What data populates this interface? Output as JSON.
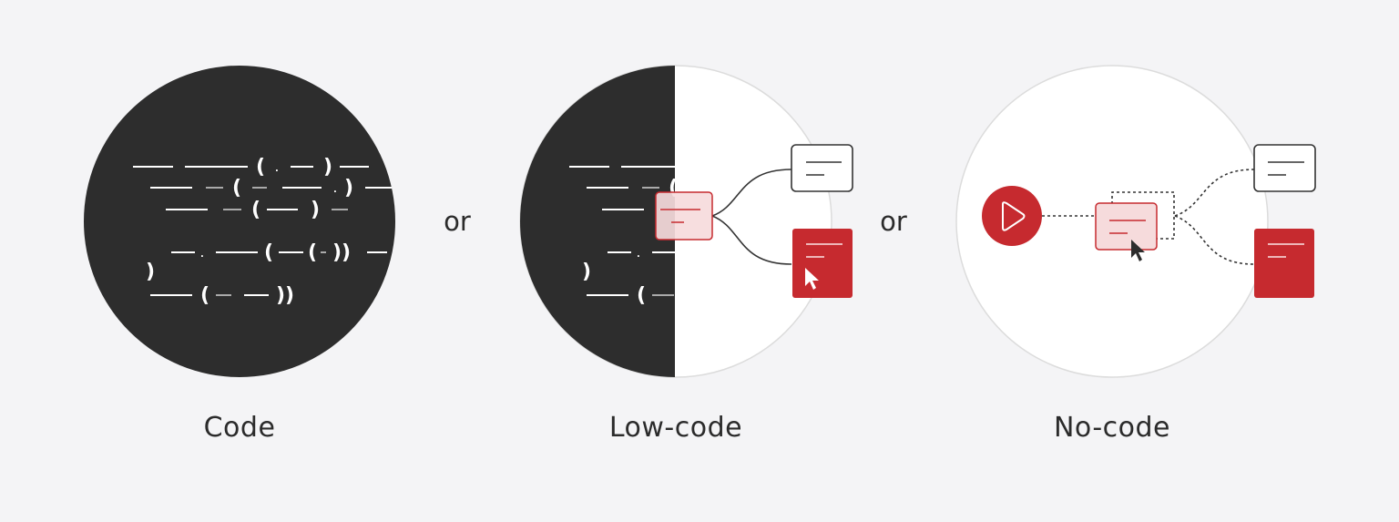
{
  "diagram": {
    "panels": [
      {
        "id": "code",
        "label": "Code"
      },
      {
        "id": "low-code",
        "label": "Low-code"
      },
      {
        "id": "no-code",
        "label": "No-code"
      }
    ],
    "separators": [
      "or",
      "or"
    ],
    "colors": {
      "background": "#f4f4f6",
      "dark": "#2d2d2d",
      "accent_red": "#c62a2f",
      "light_red_fill": "#f6dbdc",
      "white": "#ffffff",
      "circle_border": "#dcdcdc",
      "text": "#2b2b2b"
    }
  }
}
